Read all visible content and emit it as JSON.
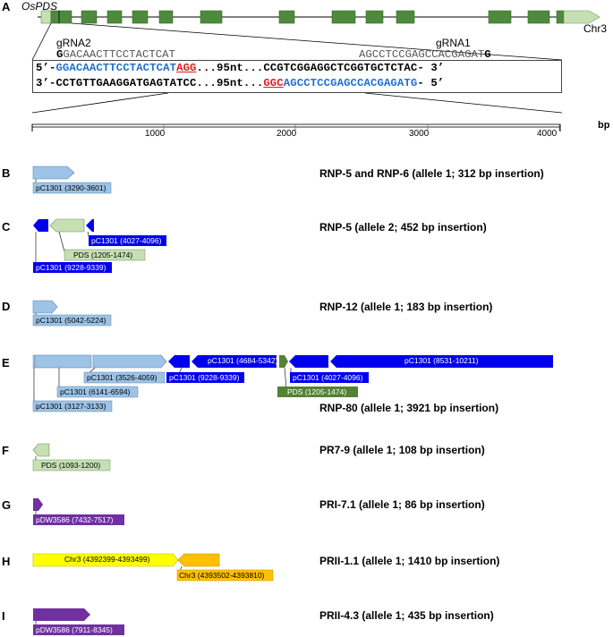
{
  "panel_a": {
    "letter": "A",
    "gene_name": "OsPDS",
    "chromosome": "Chr3",
    "grna2": {
      "name": "gRNA2",
      "first": "G",
      "rest": "GACAACTTCCTACTCAT"
    },
    "grna1": {
      "name": "gRNA1",
      "main": "AGCCTCCGAGCCACGAGAT",
      "last": "G"
    },
    "seq_top": {
      "prefix": "5’-",
      "blue": "GGACAACTTCCTACTCAT",
      "red": "AGG",
      "middle": "...95nt...CCGTCGGAGGCTCGGTGCTCTAC",
      "suffix": "- 3’"
    },
    "seq_bottom": {
      "prefix": "3’-",
      "plain": "CCTGTTGAAGGATGAGTATCC...95nt...",
      "red": "GGC",
      "blue": "AGCCTCCGAGCCACGAGATG",
      "suffix": "- 5’"
    },
    "scale": {
      "unit": "bp",
      "ticks": [
        "1000",
        "2000",
        "3000",
        "4000"
      ]
    }
  },
  "colors": {
    "exon": "#4e8a3c",
    "utr": "#c6e0b4",
    "pc1301_light": "#9dc3e6",
    "pc1301_dark": "#0000ee",
    "pds": "#c6e0b4",
    "pds_dark": "#548235",
    "pdw3586": "#7030a0",
    "chr3_yellow": "#ffff00",
    "chr3_orange": "#ffc000",
    "seq_blue": "#1f6fd0",
    "seq_red": "#e01a1a"
  },
  "panels": [
    {
      "letter": "B",
      "title": "RNP-5 and RNP-6 (allele 1; 312 bp insertion)",
      "segments": [
        {
          "label": "pC1301 (3290-3601)"
        }
      ]
    },
    {
      "letter": "C",
      "title": "RNP-5 (allele 2; 452 bp insertion)",
      "segments": [
        {
          "label": "pC1301 (9228-9339)"
        },
        {
          "label": "PDS (1205-1474)"
        },
        {
          "label": "pC1301 (4027-4096)"
        }
      ]
    },
    {
      "letter": "D",
      "title": "RNP-12 (allele 1; 183 bp insertion)",
      "segments": [
        {
          "label": "pC1301 (5042-5224)"
        }
      ]
    },
    {
      "letter": "E",
      "title": "RNP-80 (allele 1; 3921 bp insertion)",
      "segments": [
        {
          "label": "pC1301 (3127-3133)"
        },
        {
          "label": "pC1301 (6141-6594)"
        },
        {
          "label": "pC1301 (3526-4059)"
        },
        {
          "label": "pC1301 (9228-9339)"
        },
        {
          "label": "pC1301 (4684-5342)"
        },
        {
          "label": "PDS (1205-1474)"
        },
        {
          "label": "pC1301 (4027-4096)"
        },
        {
          "label": "pC1301 (8531-10211)"
        }
      ]
    },
    {
      "letter": "F",
      "title": "PR7-9 (allele 1; 108 bp insertion)",
      "segments": [
        {
          "label": "PDS (1093-1200)"
        }
      ]
    },
    {
      "letter": "G",
      "title": "PRI-7.1 (allele 1; 86 bp insertion)",
      "segments": [
        {
          "label": "pDW3586 (7432-7517)"
        }
      ]
    },
    {
      "letter": "H",
      "title": "PRII-1.1 (allele 1; 1410 bp insertion)",
      "segments": [
        {
          "label": "Chr3 (4392399-4393499)"
        },
        {
          "label": "Chr3 (4393502-4393810)"
        }
      ]
    },
    {
      "letter": "I",
      "title": "PRII-4.3 (allele 1; 435 bp insertion)",
      "segments": [
        {
          "label": "pDW3586 (7911-8345)"
        }
      ]
    }
  ]
}
